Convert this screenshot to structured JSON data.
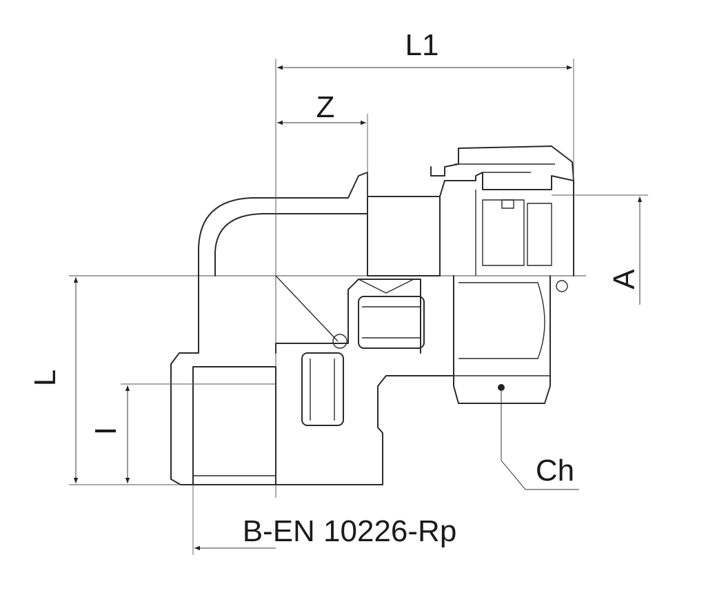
{
  "labels": {
    "l1": "L1",
    "z": "Z",
    "a": "A",
    "l": "L",
    "i": "I",
    "ch": "Ch",
    "thread_standard": "B-EN 10226-Rp"
  },
  "colors": {
    "line": "#2a2a2a",
    "background": "#ffffff"
  }
}
